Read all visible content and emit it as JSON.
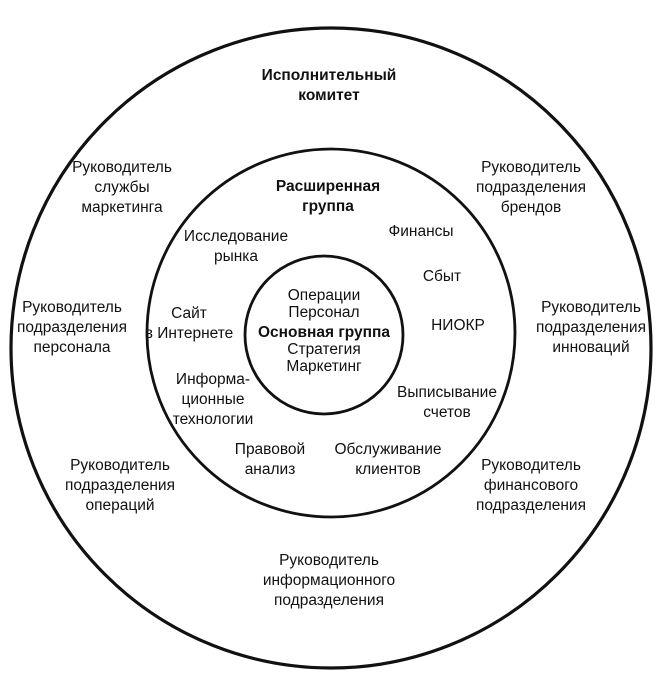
{
  "rings": [
    {
      "id": "outer",
      "title": [
        "Исполнительный",
        "комитет"
      ],
      "items": [
        [
          "Руководитель",
          "службы",
          "маркетинга"
        ],
        [
          "Руководитель",
          "подразделения",
          "брендов"
        ],
        [
          "Руководитель",
          "подразделения",
          "персонала"
        ],
        [
          "Руководитель",
          "подразделения",
          "инноваций"
        ],
        [
          "Руководитель",
          "подразделения",
          "операций"
        ],
        [
          "Руководитель",
          "финансового",
          "подразделения"
        ],
        [
          "Руководитель",
          "информационного",
          "подразделения"
        ]
      ]
    },
    {
      "id": "middle",
      "title": [
        "Расширенная",
        "группа"
      ],
      "items": [
        [
          "Исследование",
          "рынка"
        ],
        [
          "Финансы"
        ],
        [
          "Сбыт"
        ],
        [
          "НИОКР"
        ],
        [
          "Сайт",
          "в Интернете"
        ],
        [
          "Информа-",
          "ционные",
          "технологии"
        ],
        [
          "Выписывание",
          "счетов"
        ],
        [
          "Правовой",
          "анализ"
        ],
        [
          "Обслуживание",
          "клиентов"
        ]
      ]
    },
    {
      "id": "core",
      "title": [
        "Основная группа"
      ],
      "items": [
        [
          "Операции"
        ],
        [
          "Персонал"
        ],
        [
          "Стратегия"
        ],
        [
          "Маркетинг"
        ]
      ]
    }
  ]
}
